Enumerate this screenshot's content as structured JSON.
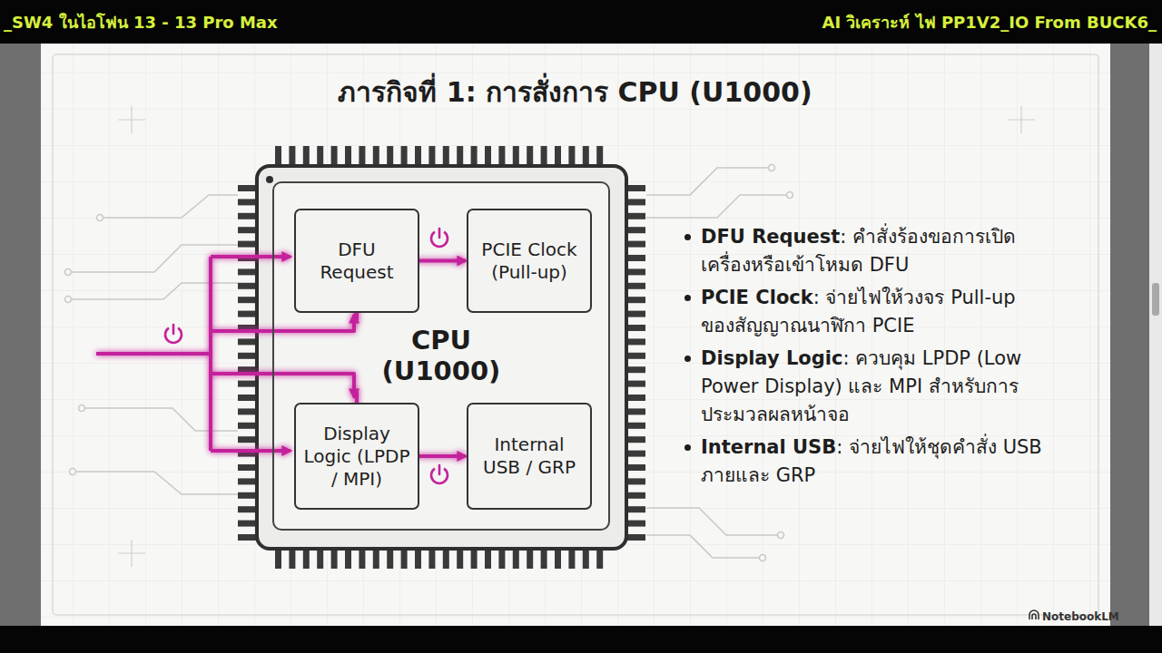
{
  "diagram": {
    "title": "ภารกิจที่ 1: การสั่งการ CPU (U1000)",
    "nodes": [
      {
        "text": [
          "CPU (U1000)"
        ]
      },
      {
        "text": [
          "DFU Request"
        ],
        "in": 0
      },
      {
        "text": [
          "PCIE Clock (Pull-up)"
        ],
        "in": 0
      },
      {
        "text": [
          "Display Logic (LPDP / MPI)"
        ],
        "in": 0
      },
      {
        "text": [
          "Internal USB / GRP"
        ],
        "in": 0
      }
    ],
    "edges": [
      {
        "from": 0,
        "to": 2,
        "arrow": "to"
      },
      {
        "from": 0,
        "to": 4,
        "arrow": "to"
      }
    ],
    "labels": [
      "_SW4 ในไอโฟน 13 - 13 Pro Max",
      "AI วิเคราะห์ ไฟ PP1V2_IO From BUCK6_",
      "DFU Request",
      ": คำสั่งร้องขอการเปิดเครื่องหรือเข้าโหมด DFU",
      "PCIE Clock",
      ": จ่ายไฟให้วงจร Pull-up ของสัญญาณนาฬิกา PCIE",
      "Display Logic",
      ": ควบคุม LPDP (Low Power Display) และ MPI สำหรับการประมวลผลหน้าจอ",
      "Internal USB",
      ": จ่ายไฟให้ชุดคำสั่ง USB ภายและ GRP",
      "NotebookLM"
    ]
  }
}
